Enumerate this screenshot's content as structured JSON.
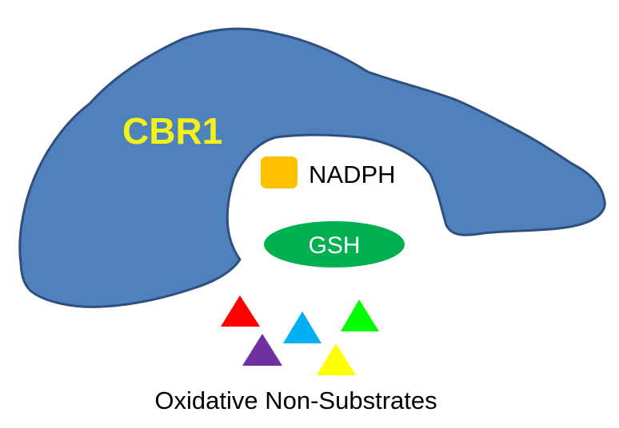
{
  "protein": {
    "label": "CBR1",
    "fill_color": "#4f81bd",
    "outline_color": "#2f4f7f",
    "label_color": "#f2f21a"
  },
  "cofactor": {
    "label": "NADPH",
    "color": "#ffc000",
    "shape": "rounded-square"
  },
  "glutathione": {
    "label": "GSH",
    "color": "#00b050",
    "text_color": "#ffffff",
    "shape": "ellipse"
  },
  "non_substrates": {
    "caption": "Oxidative Non-Substrates",
    "triangles": [
      {
        "name": "red-triangle",
        "color": "#ff0000"
      },
      {
        "name": "blue-triangle",
        "color": "#00b0f0"
      },
      {
        "name": "green-triangle",
        "color": "#00ff00"
      },
      {
        "name": "purple-triangle",
        "color": "#7030a0"
      },
      {
        "name": "yellow-triangle",
        "color": "#ffff00"
      }
    ]
  }
}
